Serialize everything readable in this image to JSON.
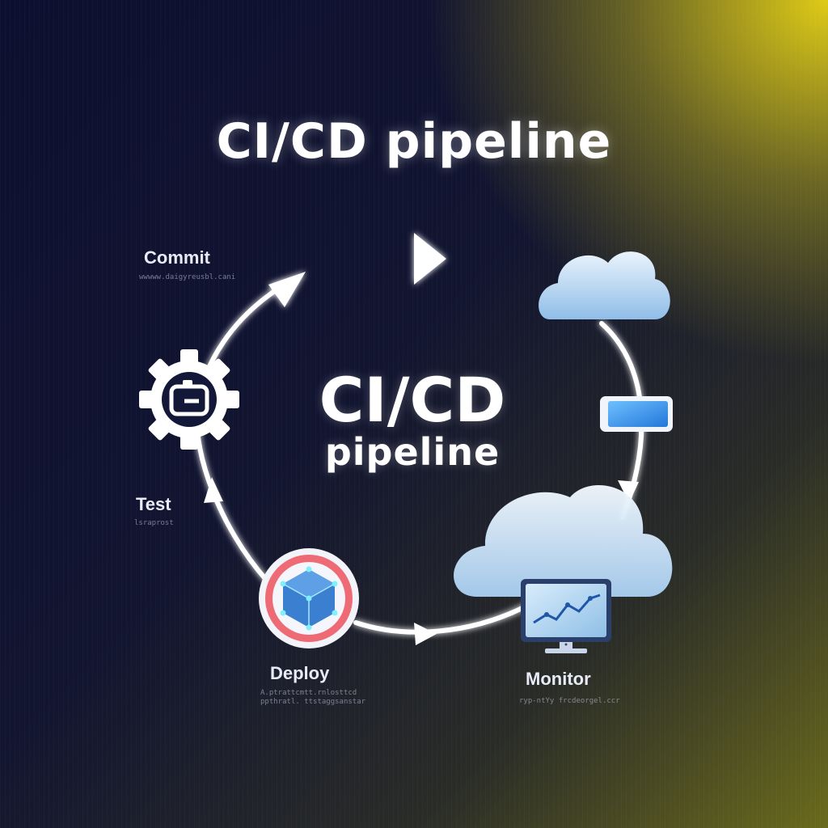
{
  "title": "CI/CD pipeline",
  "center": {
    "line1": "CI/CD",
    "line2": "pipeline"
  },
  "stages": {
    "commit": {
      "label": "Commit",
      "caption": "wwwww.daigyreusbl.cani"
    },
    "test": {
      "label": "Test",
      "caption": "lsraprost"
    },
    "deploy": {
      "label": "Deploy",
      "caption": "A.ptrattcmtt.rnlosttcd\nppthratl. ttstaggsanstar"
    },
    "monitor": {
      "label": "Monitor",
      "caption": "ryp-ntYy frcdeorgel.ccr"
    }
  },
  "colors": {
    "cloud": "#cfe3f7",
    "deploy_ring": "#ee6a74",
    "deploy_cube": "#3a7fd0",
    "screen_blue": "#3a9ae8",
    "gear": "#ffffff",
    "arrows": "#ffffff"
  },
  "icons": [
    "play-icon",
    "gear-icon",
    "cube-network-icon",
    "cloud-icon",
    "device-icon",
    "monitor-chart-icon"
  ]
}
